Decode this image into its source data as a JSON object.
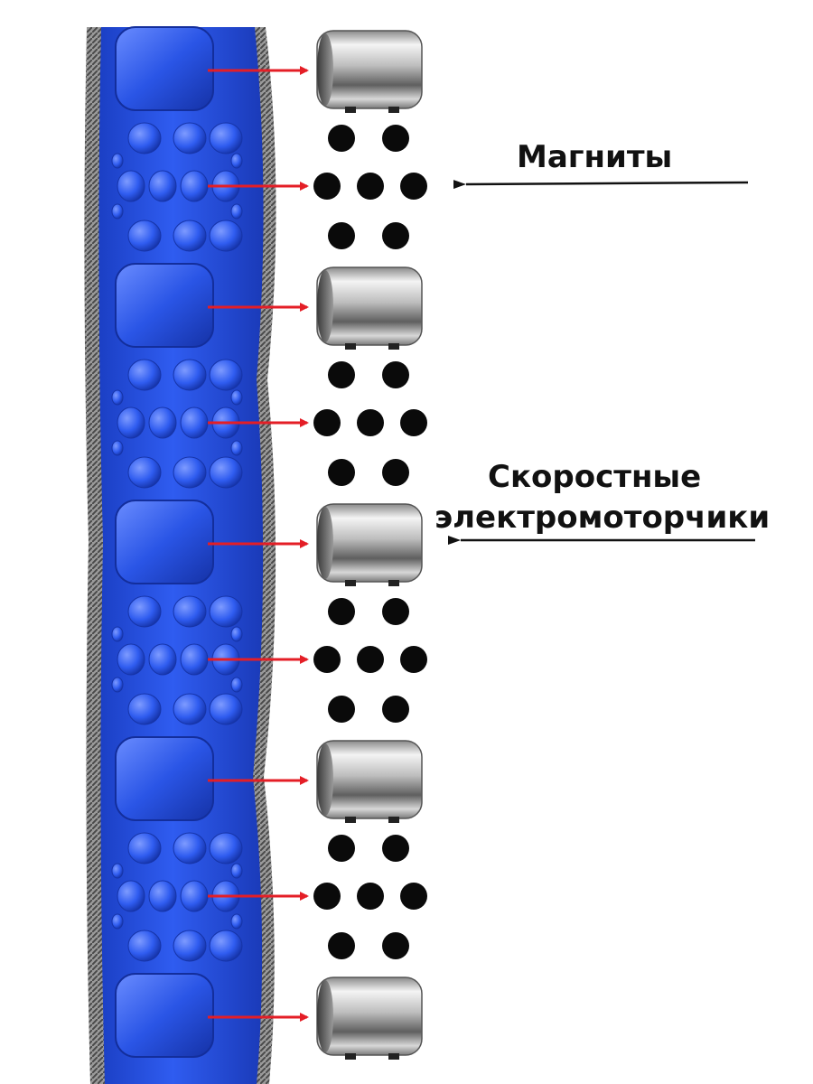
{
  "labels": {
    "magnets": "Магниты",
    "motors_line1": "Скоростные",
    "motors_line2": "электромоторчики"
  },
  "colors": {
    "belt": "#2a55e6",
    "belt_dark": "#1637b0",
    "belt_light": "#6d8ff5",
    "edge": "#6c6c6c",
    "pointer_arrow": "#e41e26",
    "label_arrow": "#111111",
    "magnet": "#0a0a0a",
    "motor_metal": "#c9c9c9",
    "background": "#ffffff"
  },
  "components": {
    "motor_count": 5,
    "magnet_groups": 4,
    "magnets_per_group": 7,
    "icons": [
      "motor-cylinder-icon",
      "magnet-dot-icon",
      "red-arrow-icon",
      "black-arrow-icon"
    ]
  }
}
